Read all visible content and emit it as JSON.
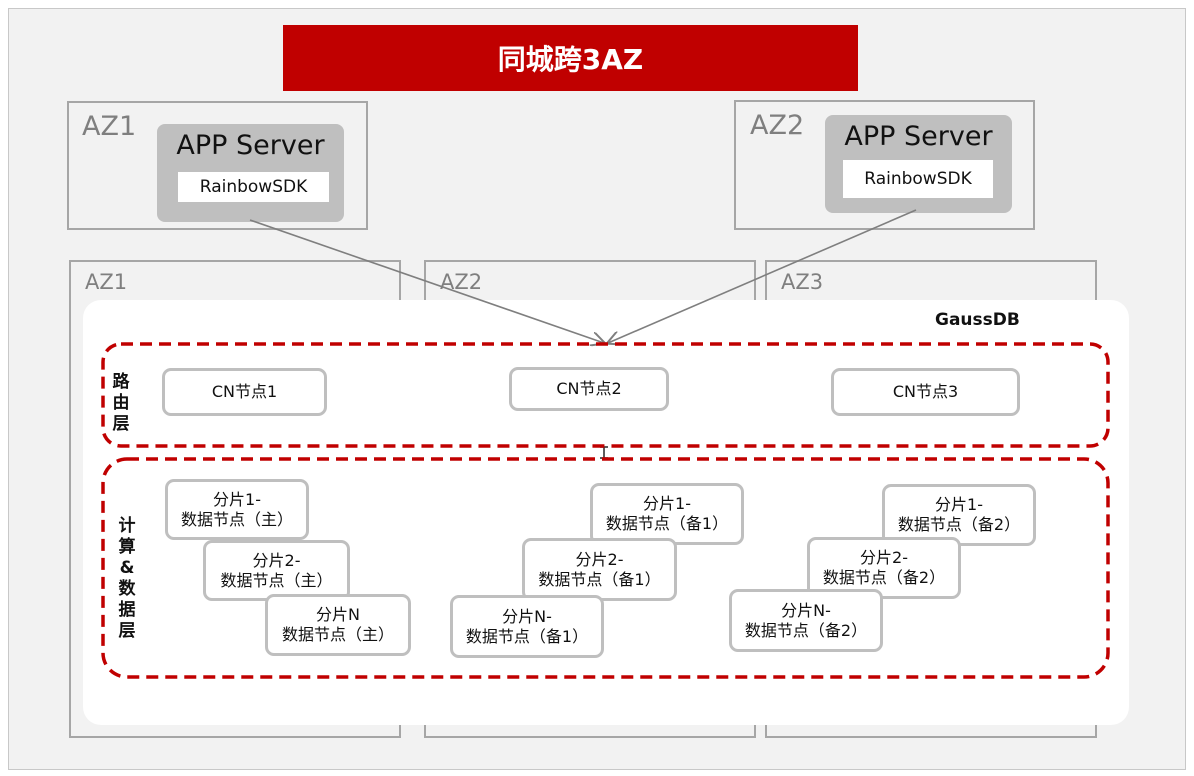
{
  "title": "同城跨3AZ",
  "app_zones": [
    {
      "az_label": "AZ1",
      "server_title": "APP Server",
      "sdk_label": "RainbowSDK"
    },
    {
      "az_label": "AZ2",
      "server_title": "APP Server",
      "sdk_label": "RainbowSDK"
    }
  ],
  "db_zones": [
    "AZ1",
    "AZ2",
    "AZ3"
  ],
  "gaussdb_label": "GaussDB",
  "routing_layer": {
    "label": "路由层",
    "nodes": [
      "CN节点1",
      "CN节点2",
      "CN节点3"
    ]
  },
  "compute_layer": {
    "label": "计算&数据层",
    "shards": [
      {
        "name": "分片1-",
        "role": "数据节点（主）"
      },
      {
        "name": "分片2-",
        "role": "数据节点（主）"
      },
      {
        "name": "分片N",
        "role": "数据节点（主）"
      },
      {
        "name": "分片1-",
        "role": "数据节点（备1）"
      },
      {
        "name": "分片2-",
        "role": "数据节点（备1）"
      },
      {
        "name": "分片N-",
        "role": "数据节点（备1）"
      },
      {
        "name": "分片1-",
        "role": "数据节点（备2）"
      },
      {
        "name": "分片2-",
        "role": "数据节点（备2）"
      },
      {
        "name": "分片N-",
        "role": "数据节点（备2）"
      }
    ]
  },
  "colors": {
    "title_bg": "#c00000",
    "dashed_border": "#c00000",
    "node_border": "#bfbfbf",
    "zone_border": "#a6a6a6",
    "canvas_bg": "#f2f2f2"
  }
}
